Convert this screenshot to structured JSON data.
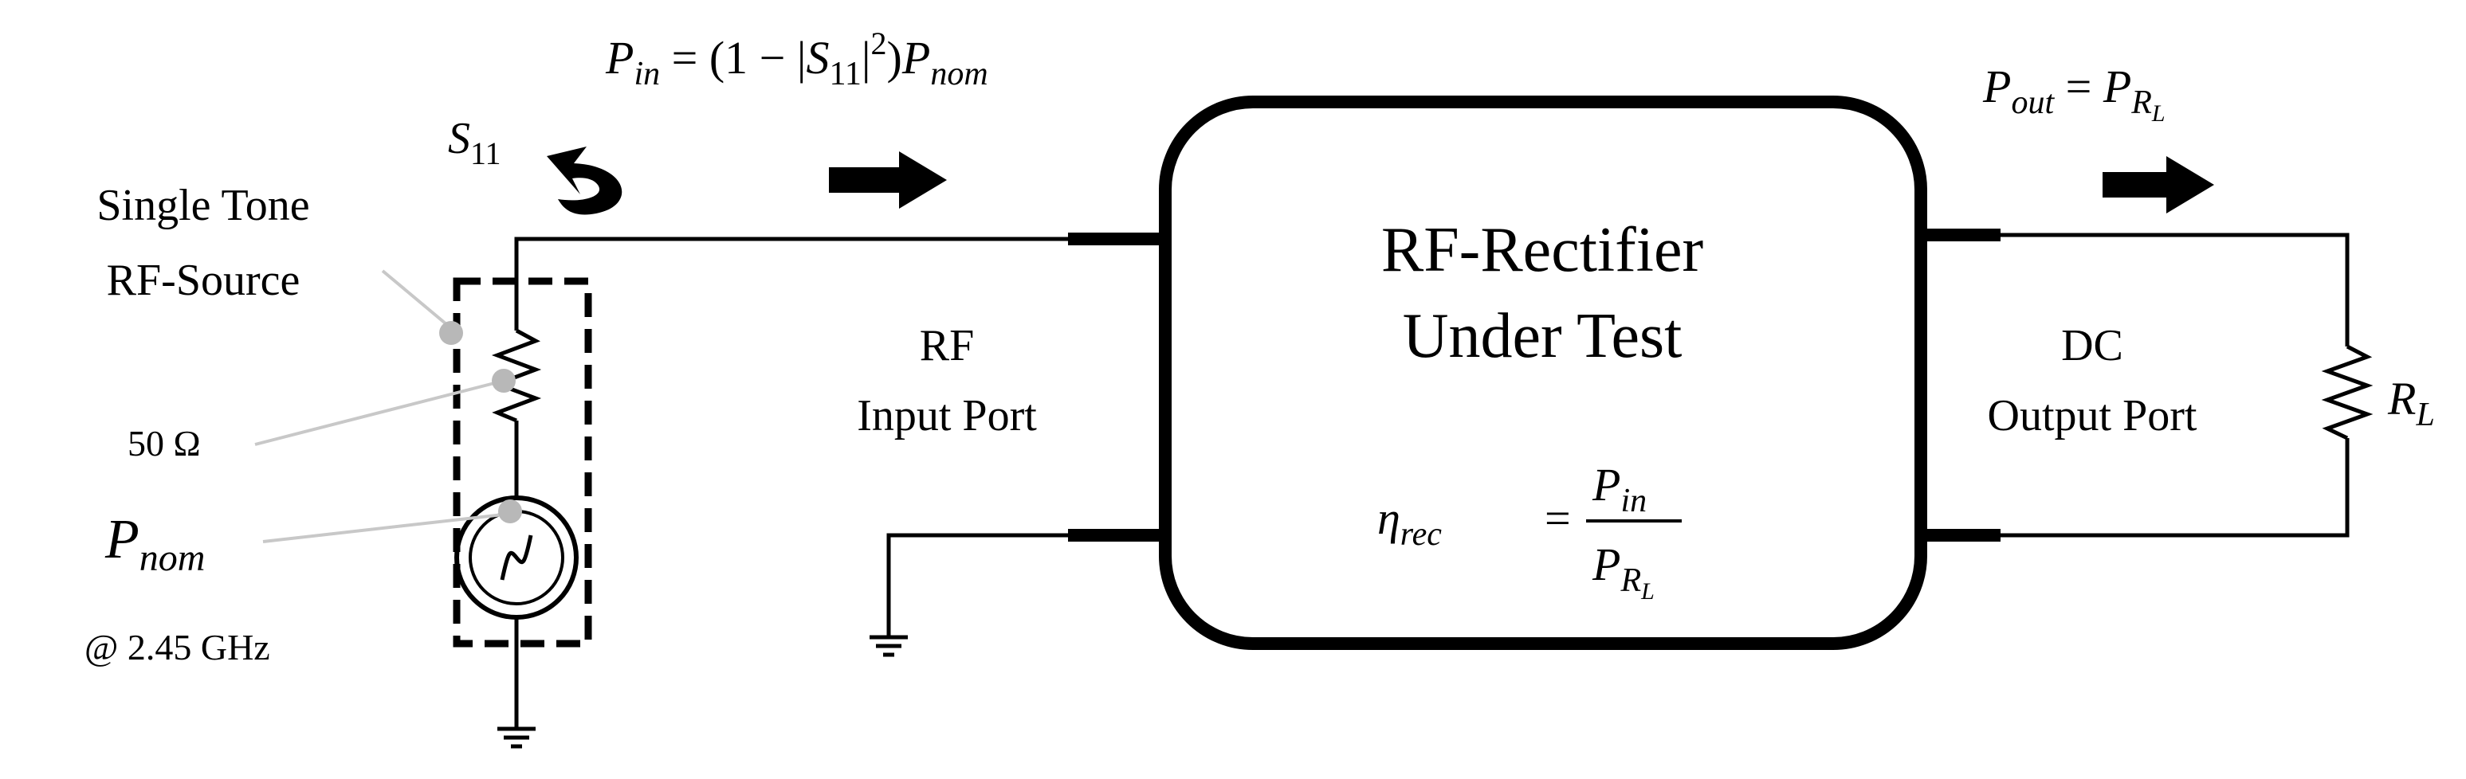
{
  "source": {
    "title_line1": "Single Tone",
    "title_line2": "RF-Source",
    "impedance": "50 Ω",
    "power_var": "P",
    "power_sub": "nom",
    "frequency": "@ 2.45 GHz"
  },
  "s11": {
    "var": "S",
    "sub": "11"
  },
  "pin_equation": {
    "lhs_var": "P",
    "lhs_sub": "in",
    "middle": " = (1 − |",
    "s_var": "S",
    "s_sub": "11",
    "sup": "2",
    "close": "|",
    "paren": ")",
    "rhs_var": "P",
    "rhs_sub": "nom"
  },
  "rf_port": {
    "line1": "RF",
    "line2": "Input Port"
  },
  "rectifier": {
    "line1": "RF-Rectifier",
    "line2": "Under Test"
  },
  "efficiency": {
    "lhs_var": "η",
    "lhs_sub": "rec",
    "eq": "=",
    "num_var": "P",
    "num_sub": "in",
    "den_var": "P",
    "den_sub": "R",
    "den_subsub": "L"
  },
  "dc_port": {
    "line1": "DC",
    "line2": "Output Port"
  },
  "pout_equation": {
    "lhs_var": "P",
    "lhs_sub": "out",
    "eq": " = ",
    "rhs_var": "P",
    "rhs_sub": "R",
    "rhs_subsub": "L"
  },
  "load": {
    "var": "R",
    "sub": "L"
  }
}
